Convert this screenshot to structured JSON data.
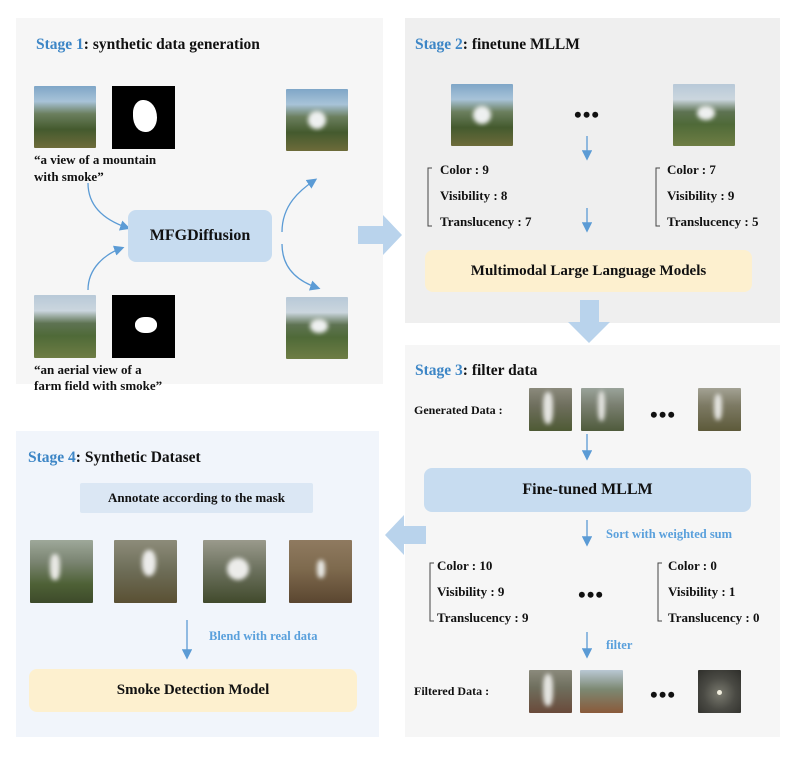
{
  "stage1": {
    "stage_label": "Stage 1",
    "title": "synthetic data generation",
    "caption_top_line1": "“a view of a mountain",
    "caption_top_line2": "with smoke”",
    "caption_bottom_line1": "“an aerial view of a",
    "caption_bottom_line2": "farm field with smoke”",
    "model": "MFGDiffusion"
  },
  "stage2": {
    "stage_label": "Stage 2",
    "title": "finetune MLLM",
    "dots": "•••",
    "left_scores": [
      {
        "label": "Color : 9"
      },
      {
        "label": "Visibility : 8"
      },
      {
        "label": "Translucency : 7"
      }
    ],
    "right_scores": [
      {
        "label": "Color : 7"
      },
      {
        "label": "Visibility : 9"
      },
      {
        "label": "Translucency : 5"
      }
    ],
    "model": "Multimodal Large Language Models"
  },
  "stage3": {
    "stage_label": "Stage 3",
    "title": "filter data",
    "generated_label": "Generated Data :",
    "dots": "•••",
    "model": "Fine-tuned MLLM",
    "sort_label": "Sort with weighted sum",
    "left_scores": [
      {
        "label": "Color : 10"
      },
      {
        "label": "Visibility : 9"
      },
      {
        "label": "Translucency : 9"
      }
    ],
    "right_scores": [
      {
        "label": "Color : 0"
      },
      {
        "label": "Visibility : 1"
      },
      {
        "label": "Translucency : 0"
      }
    ],
    "filter_label": "filter",
    "filtered_label": "Filtered Data :"
  },
  "stage4": {
    "stage_label": "Stage 4",
    "title": "Synthetic Dataset",
    "annotate": "Annotate according to the mask",
    "blend_label": "Blend with real data",
    "model": "Smoke Detection Model"
  },
  "colors": {
    "stage_blue": "#3d86c6",
    "arrow_blue": "#5b9bd5",
    "box_blue": "#c7dcf0",
    "box_yellow": "#fdf0cf"
  }
}
